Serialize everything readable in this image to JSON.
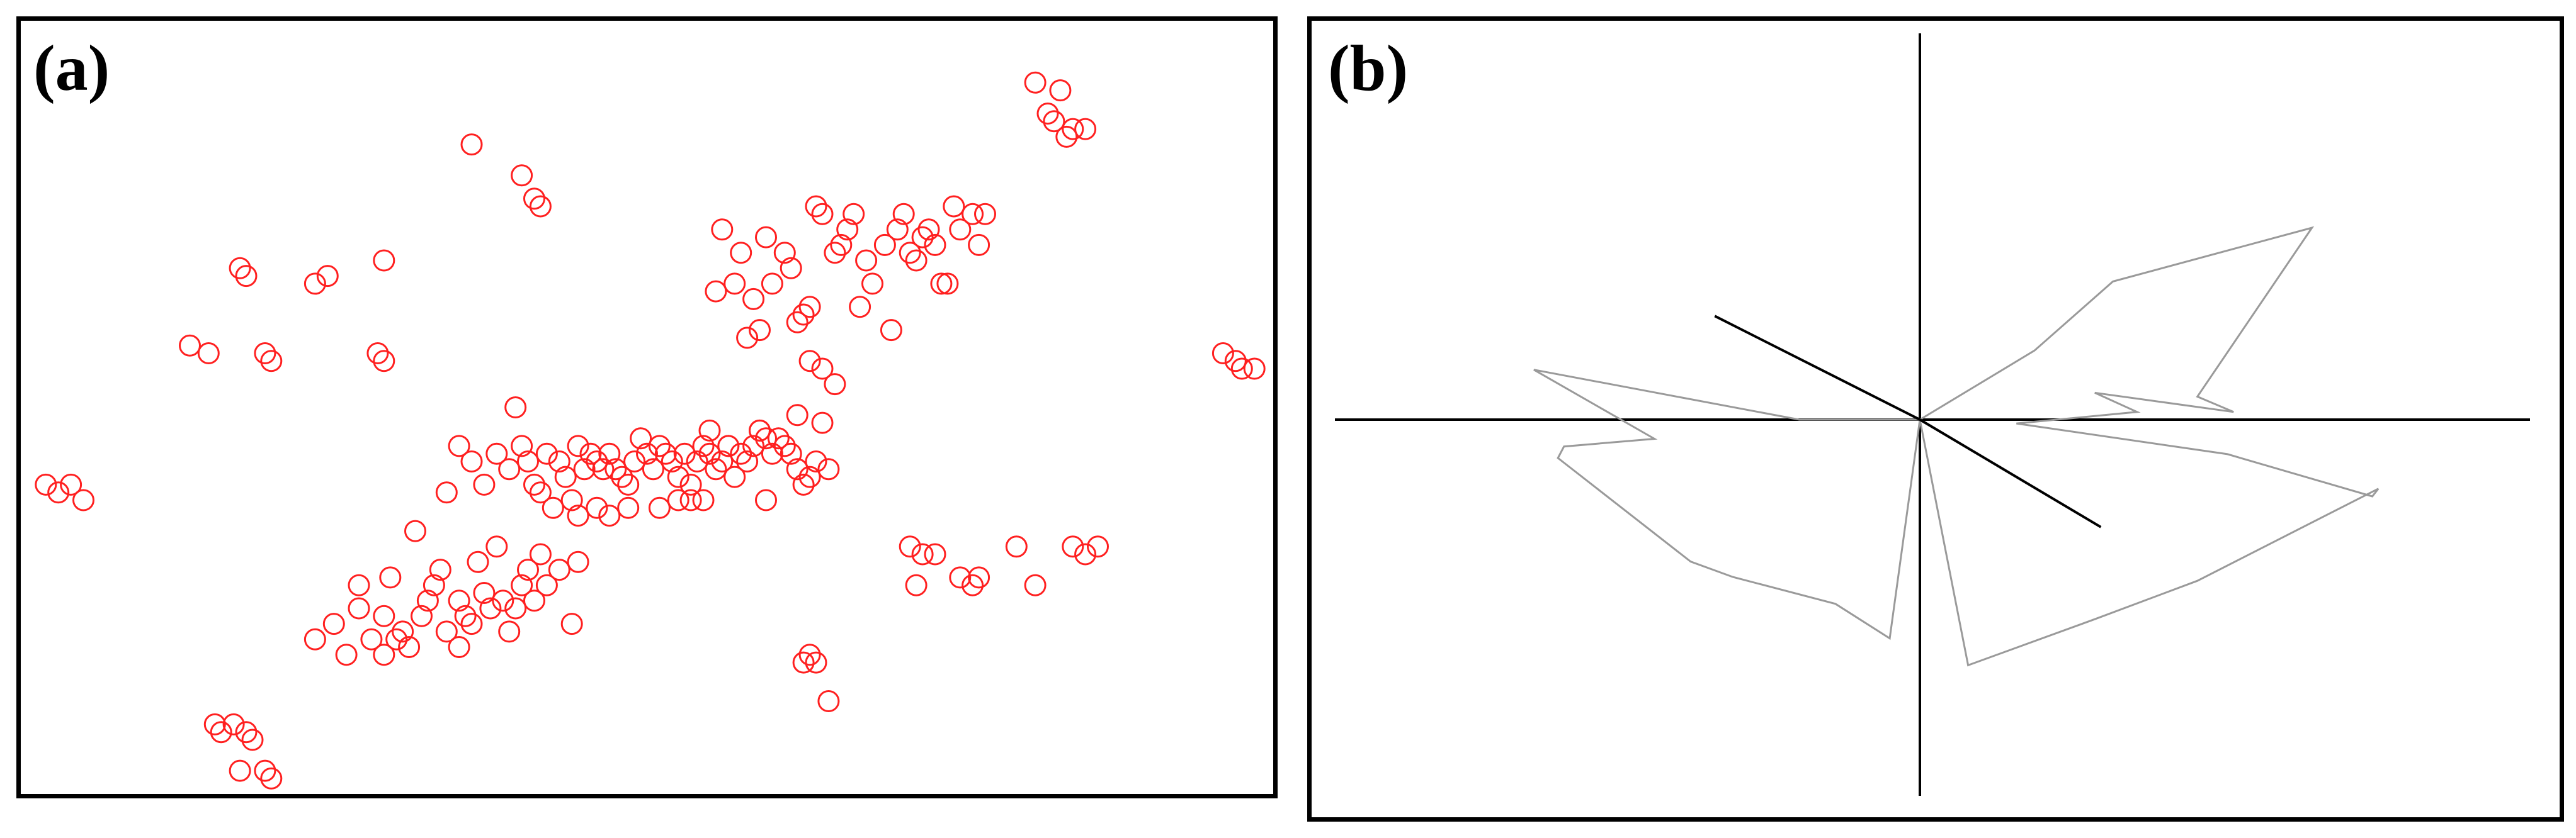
{
  "figure": {
    "panels": [
      {
        "label": "(a)"
      },
      {
        "label": "(b)"
      }
    ]
  },
  "colors": {
    "marker": "#ff2020",
    "axis": "#000000",
    "loop": "#9a9a9a",
    "spoke": "#000000"
  },
  "chart_data": [
    {
      "type": "scatter",
      "panel": "(a)",
      "title": "",
      "xlabel": "",
      "ylabel": "",
      "xlim": [
        0,
        100
      ],
      "ylim": [
        0,
        100
      ],
      "grid": false,
      "marker": "hollow-circle",
      "points": [
        [
          2,
          40
        ],
        [
          3,
          39
        ],
        [
          4,
          40
        ],
        [
          5,
          38
        ],
        [
          40,
          80
        ],
        [
          41,
          77
        ],
        [
          41.5,
          76
        ],
        [
          36,
          84
        ],
        [
          81,
          92
        ],
        [
          82,
          88
        ],
        [
          83,
          91
        ],
        [
          82.5,
          87
        ],
        [
          84,
          86
        ],
        [
          83.5,
          85
        ],
        [
          85,
          86
        ],
        [
          97,
          56
        ],
        [
          96,
          57
        ],
        [
          97.5,
          55
        ],
        [
          98.5,
          55
        ],
        [
          13.5,
          58
        ],
        [
          15,
          57
        ],
        [
          17.5,
          68
        ],
        [
          18,
          67
        ],
        [
          19.5,
          57
        ],
        [
          20,
          56
        ],
        [
          23.5,
          66
        ],
        [
          24.5,
          67
        ],
        [
          28.5,
          57
        ],
        [
          29,
          56
        ],
        [
          29,
          69
        ],
        [
          15.5,
          9
        ],
        [
          16,
          8
        ],
        [
          17,
          9
        ],
        [
          18,
          8
        ],
        [
          18.5,
          7
        ],
        [
          17.5,
          3
        ],
        [
          19.5,
          3
        ],
        [
          20,
          2
        ],
        [
          71,
          32
        ],
        [
          72,
          31
        ],
        [
          73,
          31
        ],
        [
          71.5,
          27
        ],
        [
          75,
          28
        ],
        [
          76,
          27
        ],
        [
          76.5,
          28
        ],
        [
          79.5,
          32
        ],
        [
          81,
          27
        ],
        [
          84,
          32
        ],
        [
          85,
          31
        ],
        [
          86,
          32
        ],
        [
          62.5,
          17
        ],
        [
          63.5,
          17
        ],
        [
          63,
          18
        ],
        [
          64.5,
          12
        ],
        [
          23.5,
          20
        ],
        [
          25,
          22
        ],
        [
          26,
          18
        ],
        [
          27,
          24
        ],
        [
          27,
          27
        ],
        [
          28,
          20
        ],
        [
          29,
          23
        ],
        [
          29,
          18
        ],
        [
          29.5,
          28
        ],
        [
          30,
          20
        ],
        [
          30.5,
          21
        ],
        [
          31,
          19
        ],
        [
          32,
          23
        ],
        [
          32.5,
          25
        ],
        [
          33,
          27
        ],
        [
          33.5,
          29
        ],
        [
          34,
          21
        ],
        [
          35,
          19
        ],
        [
          35,
          25
        ],
        [
          35.5,
          23
        ],
        [
          36,
          22
        ],
        [
          36.5,
          30
        ],
        [
          37,
          26
        ],
        [
          37.5,
          24
        ],
        [
          38,
          32
        ],
        [
          38.5,
          25
        ],
        [
          39,
          21
        ],
        [
          39.5,
          24
        ],
        [
          40,
          27
        ],
        [
          40.5,
          29
        ],
        [
          41,
          25
        ],
        [
          41.5,
          31
        ],
        [
          42,
          27
        ],
        [
          43,
          29
        ],
        [
          44,
          22
        ],
        [
          44.5,
          30
        ],
        [
          31.5,
          34
        ],
        [
          37,
          40
        ],
        [
          39,
          42
        ],
        [
          40,
          45
        ],
        [
          40.5,
          43
        ],
        [
          41.5,
          39
        ],
        [
          42,
          44
        ],
        [
          43,
          43
        ],
        [
          43.5,
          41
        ],
        [
          44,
          38
        ],
        [
          44.5,
          45
        ],
        [
          45,
          42
        ],
        [
          45.5,
          44
        ],
        [
          46,
          43
        ],
        [
          46.5,
          42
        ],
        [
          47,
          44
        ],
        [
          47.5,
          42
        ],
        [
          48,
          41
        ],
        [
          48.5,
          40
        ],
        [
          49,
          43
        ],
        [
          49.5,
          46
        ],
        [
          50,
          44
        ],
        [
          50.5,
          42
        ],
        [
          51,
          45
        ],
        [
          51.5,
          44
        ],
        [
          52,
          43
        ],
        [
          52.5,
          41
        ],
        [
          53,
          44
        ],
        [
          53.5,
          40
        ],
        [
          54,
          43
        ],
        [
          54.5,
          45
        ],
        [
          55,
          44
        ],
        [
          55.5,
          42
        ],
        [
          56,
          43
        ],
        [
          56.5,
          45
        ],
        [
          57,
          41
        ],
        [
          57.5,
          44
        ],
        [
          58,
          43
        ],
        [
          58.5,
          45
        ],
        [
          59,
          47
        ],
        [
          59.5,
          46
        ],
        [
          60,
          44
        ],
        [
          60.5,
          46
        ],
        [
          61,
          45
        ],
        [
          61.5,
          44
        ],
        [
          62,
          42
        ],
        [
          62.5,
          40
        ],
        [
          63,
          41
        ],
        [
          64,
          48
        ],
        [
          64.5,
          42
        ],
        [
          34,
          39
        ],
        [
          35,
          45
        ],
        [
          36,
          43
        ],
        [
          38,
          44
        ],
        [
          39.5,
          50
        ],
        [
          41,
          40
        ],
        [
          42.5,
          37
        ],
        [
          44.5,
          36
        ],
        [
          46,
          37
        ],
        [
          47,
          36
        ],
        [
          48.5,
          37
        ],
        [
          51,
          37
        ],
        [
          52.5,
          38
        ],
        [
          53.5,
          38
        ],
        [
          54.5,
          38
        ],
        [
          59.5,
          38
        ],
        [
          55,
          47
        ],
        [
          56.5,
          45
        ],
        [
          59,
          47
        ],
        [
          63.5,
          43
        ],
        [
          55.5,
          65
        ],
        [
          56,
          73
        ],
        [
          57,
          66
        ],
        [
          57.5,
          70
        ],
        [
          58,
          59
        ],
        [
          58.5,
          64
        ],
        [
          59,
          60
        ],
        [
          59.5,
          72
        ],
        [
          60,
          66
        ],
        [
          61,
          70
        ],
        [
          61.5,
          68
        ],
        [
          62,
          61
        ],
        [
          63,
          63
        ],
        [
          63.5,
          76
        ],
        [
          64,
          75
        ],
        [
          65,
          70
        ],
        [
          65.5,
          71
        ],
        [
          66,
          73
        ],
        [
          66.5,
          75
        ],
        [
          67,
          63
        ],
        [
          67.5,
          69
        ],
        [
          68,
          66
        ],
        [
          69,
          71
        ],
        [
          69.5,
          60
        ],
        [
          70,
          73
        ],
        [
          70.5,
          75
        ],
        [
          71,
          70
        ],
        [
          71.5,
          69
        ],
        [
          72,
          72
        ],
        [
          72.5,
          73
        ],
        [
          73,
          71
        ],
        [
          73.5,
          66
        ],
        [
          74,
          66
        ],
        [
          74.5,
          76
        ],
        [
          75,
          73
        ],
        [
          76,
          75
        ],
        [
          76.5,
          71
        ],
        [
          77,
          75
        ],
        [
          62,
          49
        ],
        [
          62.5,
          62
        ],
        [
          63,
          56
        ],
        [
          64,
          55
        ],
        [
          65,
          53
        ]
      ]
    },
    {
      "type": "line",
      "panel": "(b)",
      "title": "",
      "xlabel": "",
      "ylabel": "",
      "xlim": [
        -1,
        1
      ],
      "ylim": [
        -1,
        1
      ],
      "grid": false,
      "axes": "cross-through-origin",
      "series": [
        {
          "role": "closed-loop",
          "x": [
            0,
            0.19,
            0.32,
            0.65,
            0.46,
            0.52,
            0.29,
            0.36,
            0.16,
            0.51,
            0.75,
            0.76,
            0.46,
            0.29,
            0.08,
            0,
            -0.2,
            -0.64,
            -0.44,
            -0.59,
            -0.6,
            -0.38,
            -0.31,
            -0.14,
            -0.05,
            0
          ],
          "y": [
            0,
            0.18,
            0.36,
            0.5,
            0.06,
            0.02,
            0.07,
            0.02,
            -0.01,
            -0.09,
            -0.2,
            -0.18,
            -0.42,
            -0.52,
            -0.64,
            0,
            0,
            0.13,
            -0.05,
            -0.07,
            -0.1,
            -0.37,
            -0.41,
            -0.48,
            -0.57,
            0
          ]
        },
        {
          "role": "spokes",
          "segments": [
            [
              [
                0,
                0
              ],
              [
                -0.34,
                0.27
              ]
            ],
            [
              [
                0,
                0
              ],
              [
                0.3,
                -0.28
              ]
            ]
          ]
        }
      ]
    }
  ]
}
